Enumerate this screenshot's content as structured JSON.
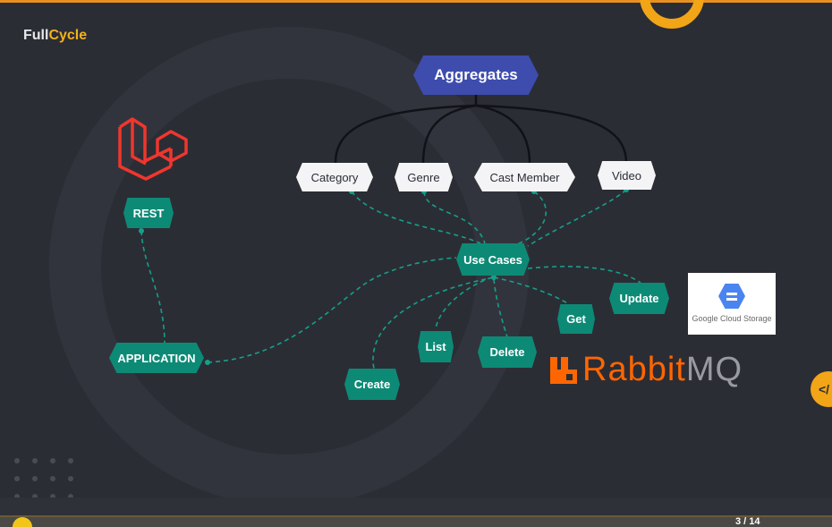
{
  "brand": {
    "prefix": "Full",
    "accent": "Cycle"
  },
  "diagram": {
    "root": "Aggregates",
    "aggregates": [
      "Category",
      "Genre",
      "Cast Member",
      "Video"
    ],
    "use_cases": "Use Cases",
    "actions": [
      "Create",
      "List",
      "Delete",
      "Get",
      "Update"
    ],
    "rest": "REST",
    "application": "APPLICATION"
  },
  "logos": {
    "rabbitmq_left": "Rabbit",
    "rabbitmq_right": "MQ",
    "gcs": "Google Cloud Storage"
  },
  "player": {
    "page": "3 / 14",
    "side_button": "</"
  },
  "colors": {
    "teal": "#0d8a76",
    "blue": "#3d4cad",
    "orange": "#f2a516",
    "laravel": "#f0362e",
    "rabbit": "#ff6600"
  }
}
